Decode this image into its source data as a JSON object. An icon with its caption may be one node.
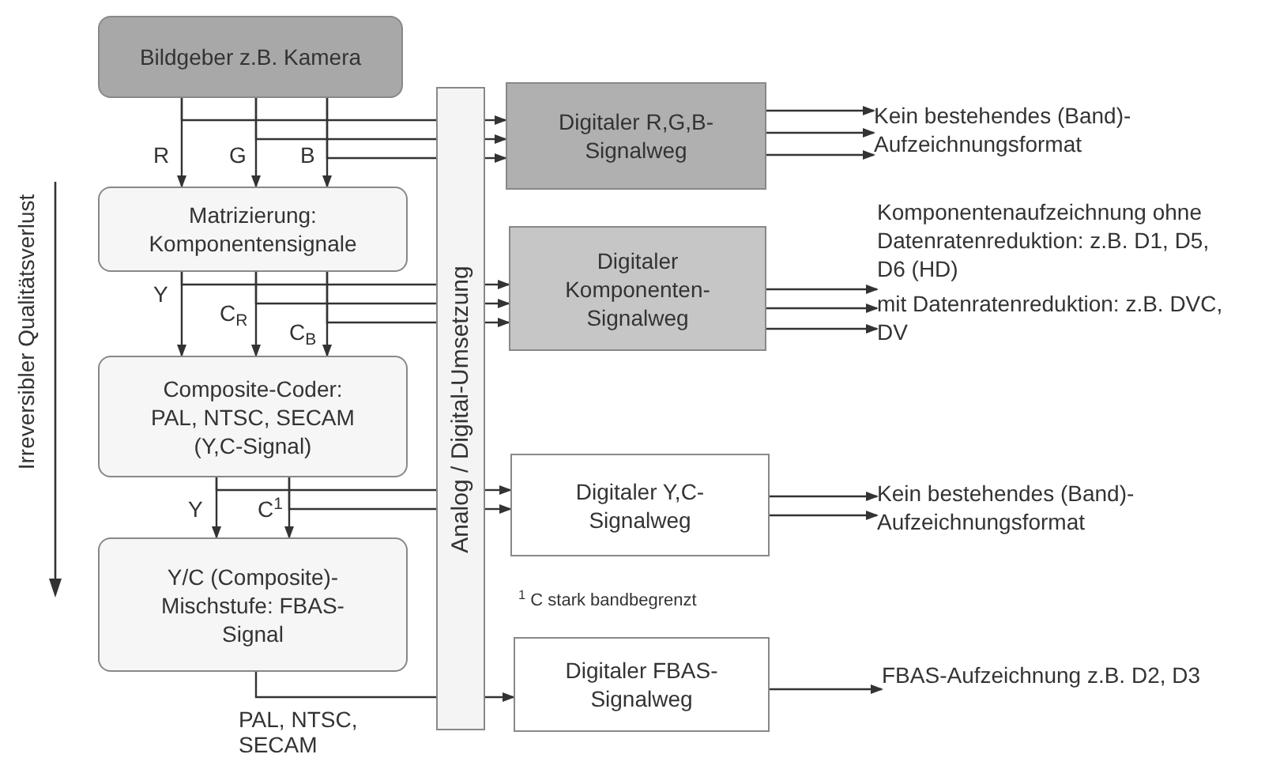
{
  "diagram": {
    "nodes": [
      {
        "text": [
          "Bildgeber z.B. Kamera"
        ]
      },
      {
        "text": [
          "Matrizierung: Komponentensignale"
        ]
      },
      {
        "text": [
          "Composite-Coder: PAL, NTSC, SECAM (Y,C-Signal)"
        ]
      },
      {
        "text": [
          "Y/C (Composite)- Mischstufe: FBAS-Signal"
        ]
      },
      {
        "text": [
          "Analog / Digital-Umsetzung"
        ]
      },
      {
        "text": [
          "Digitaler R,G,B-Signalweg"
        ]
      },
      {
        "text": [
          "Digitaler Komponenten- Signalweg"
        ]
      },
      {
        "text": [
          "Digitaler Y,C-Signalweg"
        ]
      },
      {
        "text": [
          "Digitaler FBAS-Signalweg"
        ]
      },
      {
        "text": [
          "Kein bestehendes (Band)- Aufzeichnungsformat"
        ]
      },
      {
        "text": [
          "Komponentenaufzeichnung ohne Datenratenreduktion: z.B. D1, D5, D6 (HD)",
          "mit Datenratenreduktion: z.B. DVC, DV"
        ]
      },
      {
        "text": [
          "Kein bestehendes (Band)- Aufzeichnungsformat"
        ]
      },
      {
        "text": [
          "FBAS-Aufzeichnung z.B. D2, D3"
        ]
      }
    ],
    "edges": [
      {
        "from": 0,
        "to": 1,
        "arrow": "to",
        "label": "R"
      },
      {
        "from": 0,
        "to": 1,
        "arrow": "to",
        "label": "G"
      },
      {
        "from": 0,
        "to": 1,
        "arrow": "to",
        "label": "B"
      },
      {
        "from": 0,
        "to": 4,
        "arrow": "none"
      },
      {
        "from": 0,
        "to": 4,
        "arrow": "none"
      },
      {
        "from": 0,
        "to": 4,
        "arrow": "none"
      },
      {
        "from": 4,
        "to": 5,
        "arrow": "to"
      },
      {
        "from": 4,
        "to": 5,
        "arrow": "to"
      },
      {
        "from": 4,
        "to": 5,
        "arrow": "to"
      },
      {
        "from": 1,
        "to": 2,
        "arrow": "to",
        "label": "Y"
      },
      {
        "from": 1,
        "to": 2,
        "arrow": "to",
        "label": "C$_{R}$"
      },
      {
        "from": 1,
        "to": 2,
        "arrow": "to",
        "label": "C$_{B}$"
      },
      {
        "from": 1,
        "to": 4,
        "arrow": "none"
      },
      {
        "from": 1,
        "to": 4,
        "arrow": "none"
      },
      {
        "from": 1,
        "to": 4,
        "arrow": "none"
      },
      {
        "from": 4,
        "to": 6,
        "arrow": "to"
      },
      {
        "from": 4,
        "to": 6,
        "arrow": "to"
      },
      {
        "from": 4,
        "to": 6,
        "arrow": "to"
      },
      {
        "from": 2,
        "to": 3,
        "arrow": "to",
        "label": "Y"
      },
      {
        "from": 2,
        "to": 3,
        "arrow": "to",
        "label": "C$^{1}$"
      },
      {
        "from": 2,
        "to": 4,
        "arrow": "none"
      },
      {
        "from": 2,
        "to": 4,
        "arrow": "none"
      },
      {
        "from": 4,
        "to": 7,
        "arrow": "to"
      },
      {
        "from": 4,
        "to": 7,
        "arrow": "to"
      },
      {
        "from": 3,
        "to": 4,
        "arrow": "none",
        "label": "PAL, NTSC, SECAM"
      },
      {
        "from": 4,
        "to": 8,
        "arrow": "to"
      },
      {
        "from": 5,
        "to": 9,
        "arrow": "to"
      },
      {
        "from": 5,
        "to": 9,
        "arrow": "to"
      },
      {
        "from": 5,
        "to": 9,
        "arrow": "to"
      },
      {
        "from": 6,
        "to": 10,
        "arrow": "to"
      },
      {
        "from": 6,
        "to": 10,
        "arrow": "to"
      },
      {
        "from": 6,
        "to": 10,
        "arrow": "to"
      },
      {
        "from": 7,
        "to": 11,
        "arrow": "to"
      },
      {
        "from": 7,
        "to": 11,
        "arrow": "to"
      },
      {
        "from": 8,
        "to": 12,
        "arrow": "to"
      }
    ],
    "labels": [
      "Irreversibler Qualitätsverlust",
      "$^{1}$ C stark bandbegrenzt"
    ]
  }
}
